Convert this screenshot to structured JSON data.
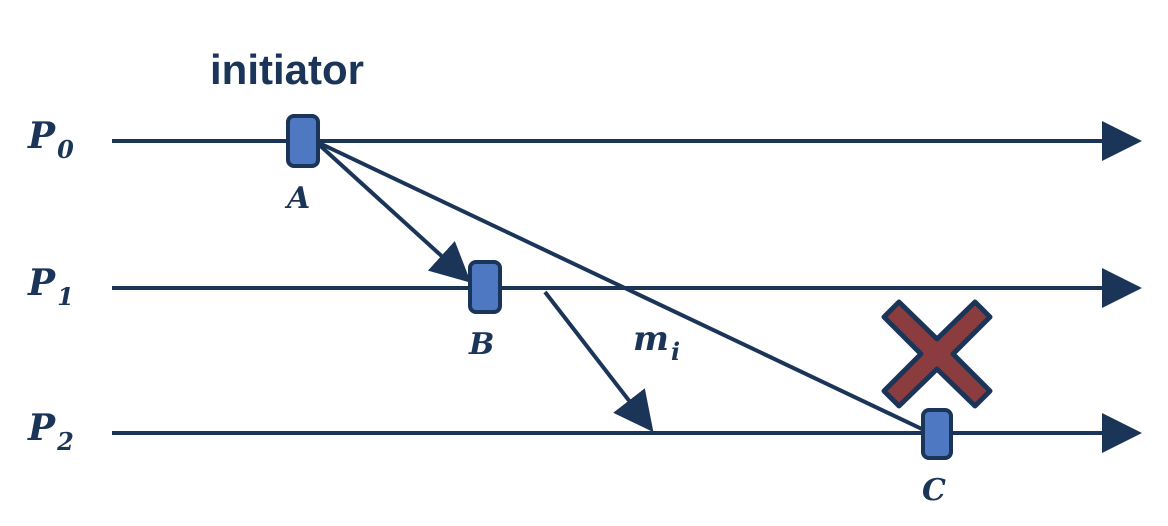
{
  "diagram": {
    "title": "initiator",
    "processes": [
      {
        "base": "P",
        "sub": "0"
      },
      {
        "base": "P",
        "sub": "1"
      },
      {
        "base": "P",
        "sub": "2"
      }
    ],
    "events": {
      "a": "A",
      "b": "B",
      "c": "C"
    },
    "message": {
      "base": "m",
      "sub": "i"
    },
    "colors": {
      "line": "#1b3558",
      "event_fill": "#4e79c2",
      "cross_fill": "#8b3c3e"
    },
    "icons": {
      "cross": "x-mark-icon"
    }
  }
}
